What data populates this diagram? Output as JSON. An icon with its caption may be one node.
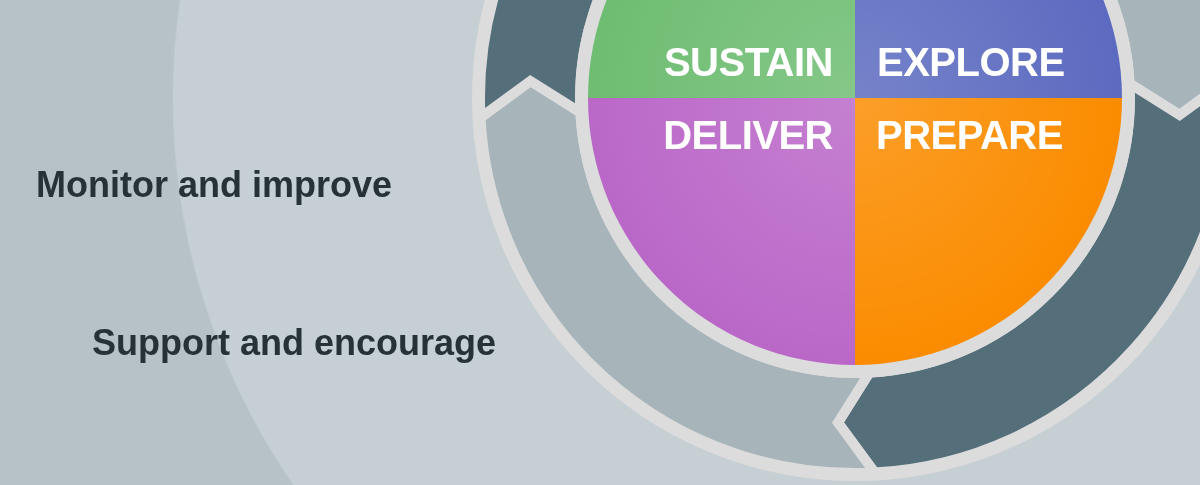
{
  "diagram": {
    "nodes": [
      {
        "text": [
          "SUSTAIN"
        ]
      },
      {
        "text": [
          "EXPLORE"
        ]
      },
      {
        "text": [
          "DELIVER"
        ]
      },
      {
        "text": [
          "PREPARE"
        ]
      }
    ],
    "labels": [
      "Monitor and improve",
      "Support and encourage"
    ]
  }
}
